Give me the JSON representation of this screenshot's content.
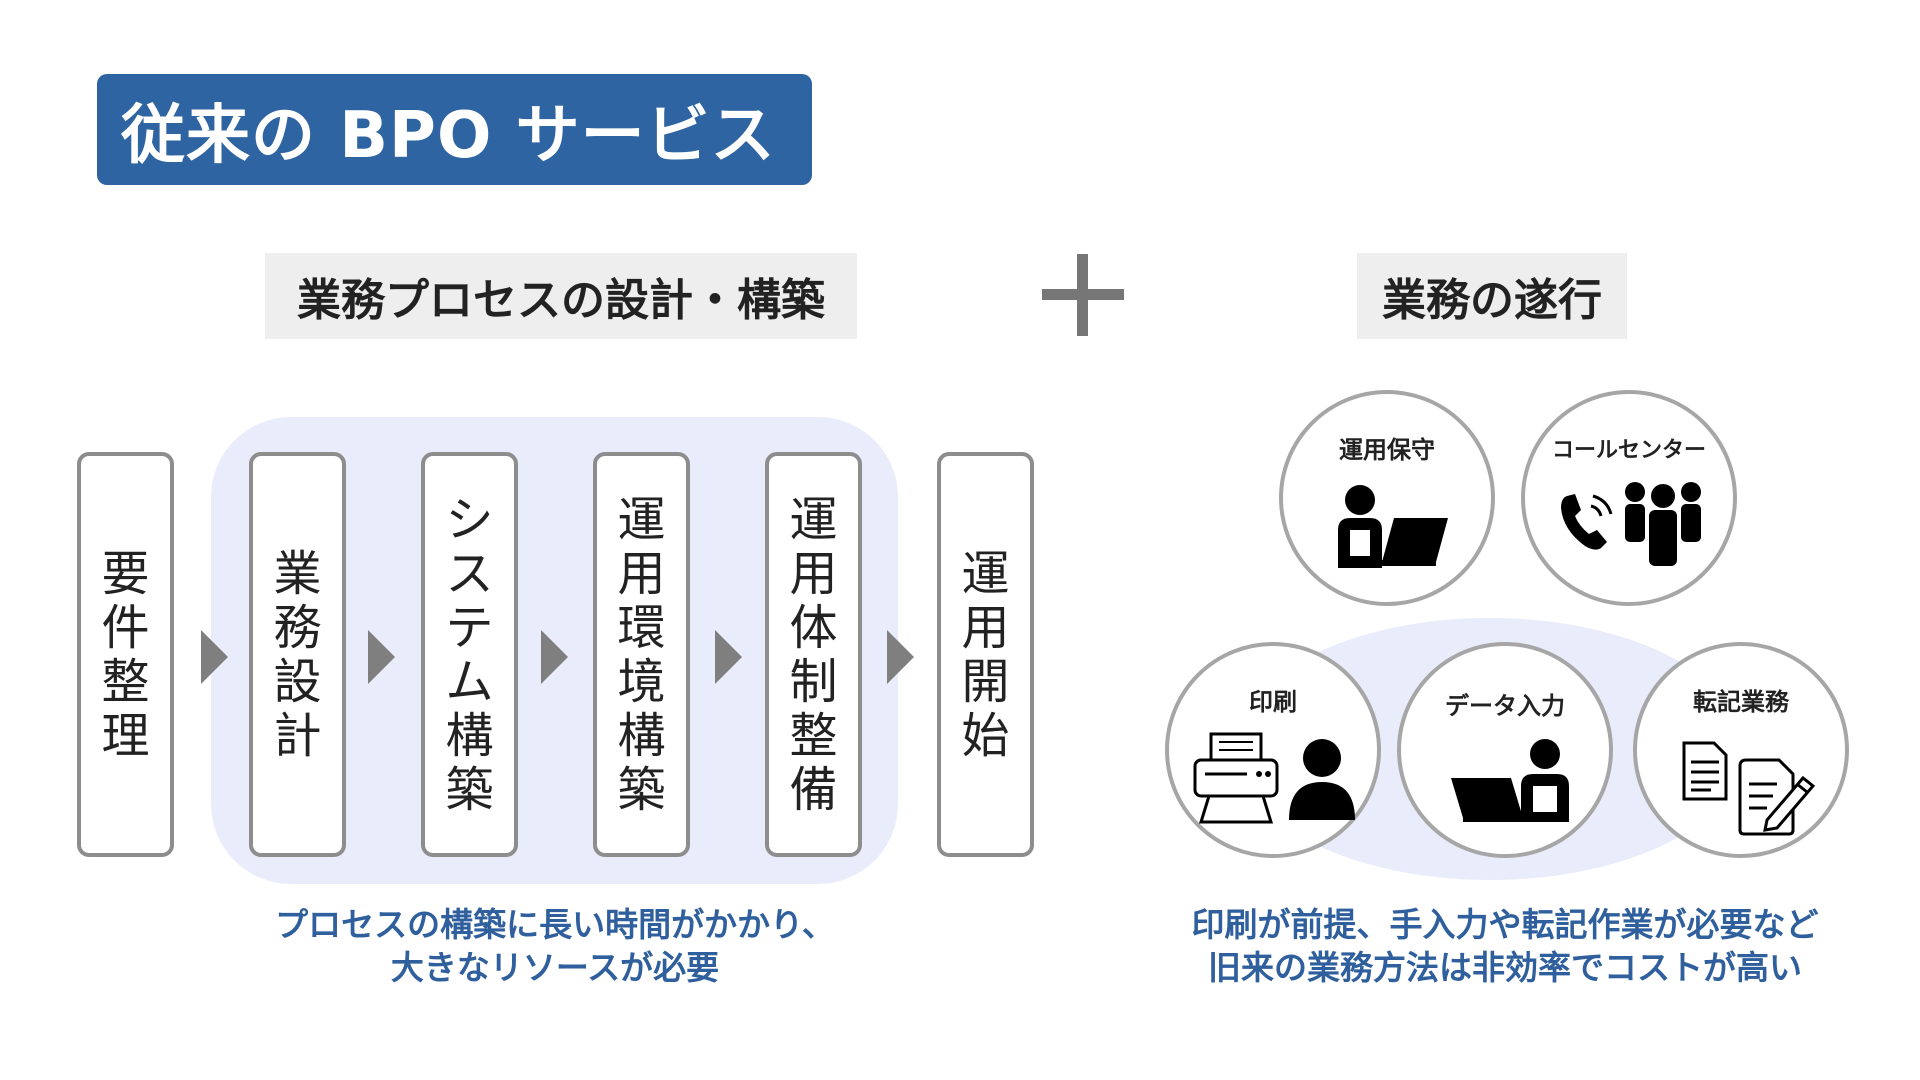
{
  "title": "従来の BPO サービス",
  "sections": {
    "design_label": "業務プロセスの設計・構築",
    "exec_label": "業務の遂行"
  },
  "process_steps": [
    {
      "label": [
        "要",
        "件",
        "整",
        "理"
      ]
    },
    {
      "label": [
        "業",
        "務",
        "設",
        "計"
      ]
    },
    {
      "label": [
        "シ",
        "ス",
        "テ",
        "ム",
        "構",
        "築"
      ]
    },
    {
      "label": [
        "運",
        "用",
        "環",
        "境",
        "構",
        "築"
      ]
    },
    {
      "label": [
        "運",
        "用",
        "体",
        "制",
        "整",
        "備"
      ]
    },
    {
      "label": [
        "運",
        "用",
        "開",
        "始"
      ]
    }
  ],
  "captions": {
    "left": [
      "プロセスの構築に長い時間がかかり、",
      "大きなリソースが必要"
    ],
    "right": [
      "印刷が前提、手入力や転記作業が必要など",
      "旧来の業務方法は非効率でコストが高い"
    ]
  },
  "tasks": {
    "maintenance": "運用保守",
    "call_center": "コールセンター",
    "printing": "印刷",
    "data_entry": "データ入力",
    "transcription": "転記業務"
  },
  "colors": {
    "title_bg": "#2f64a2",
    "caption_text": "#2f5f9c",
    "highlight": "#e9ecfa",
    "border_gray": "#8d8d8d",
    "arrow_gray": "#7f7f7f"
  },
  "icons": [
    "plus-icon",
    "person-laptop-icon",
    "phone-icon",
    "team-icon",
    "printer-icon",
    "person-icon",
    "document-icon",
    "document-pen-icon"
  ]
}
